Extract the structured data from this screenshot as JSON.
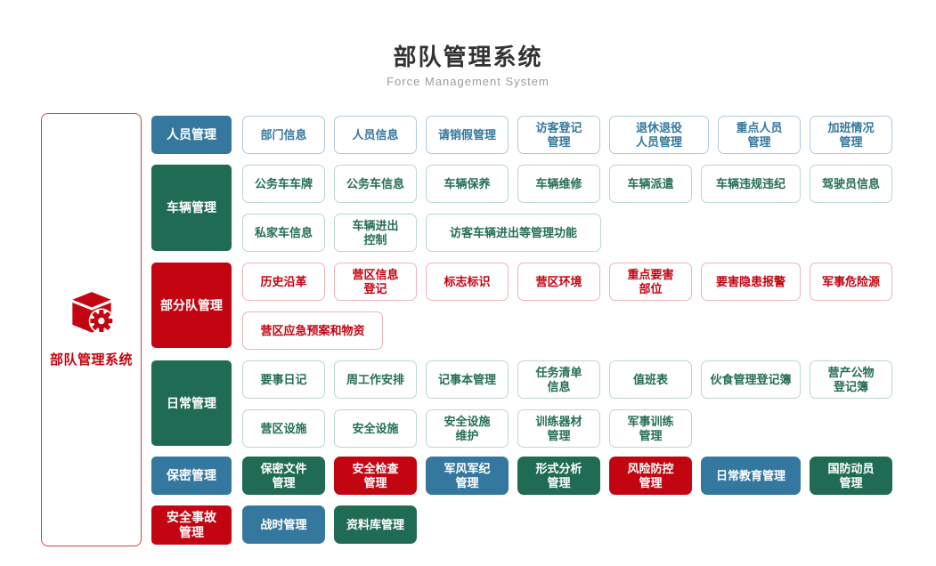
{
  "title": "部队管理系统",
  "subtitle": "Force Management System",
  "root": {
    "label": "部队管理系统",
    "icon": "cube-gear-icon"
  },
  "colors": {
    "blue": "#35789f",
    "green": "#1f6b53",
    "red": "#c30511"
  },
  "rows": [
    {
      "category": {
        "label": "人员管理",
        "color": "blue"
      },
      "item_style": "outline",
      "item_color": "blue",
      "lines": [
        [
          {
            "label": "部门信息"
          },
          {
            "label": "人员信息"
          },
          {
            "label": "请销假管理"
          },
          {
            "label": "访客登记\n管理"
          },
          {
            "label": "退休退役\n人员管理",
            "size": "lg"
          },
          {
            "label": "重点人员\n管理"
          },
          {
            "label": "加班情况\n管理"
          }
        ]
      ]
    },
    {
      "category": {
        "label": "车辆管理",
        "color": "green"
      },
      "item_style": "outline",
      "item_color": "green",
      "lines": [
        [
          {
            "label": "公务车车牌"
          },
          {
            "label": "公务车信息"
          },
          {
            "label": "车辆保养"
          },
          {
            "label": "车辆维修"
          },
          {
            "label": "车辆派遣"
          },
          {
            "label": "车辆违规违纪",
            "size": "lg"
          },
          {
            "label": "驾驶员信息"
          }
        ],
        [
          {
            "label": "私家车信息"
          },
          {
            "label": "车辆进出\n控制"
          },
          {
            "label": "访客车辆进出等管理功能",
            "size": "xxl"
          }
        ]
      ]
    },
    {
      "category": {
        "label": "部分队管理",
        "color": "red"
      },
      "item_style": "outline",
      "item_color": "red",
      "lines": [
        [
          {
            "label": "历史沿革"
          },
          {
            "label": "营区信息\n登记"
          },
          {
            "label": "标志标识"
          },
          {
            "label": "营区环境"
          },
          {
            "label": "重点要害\n部位"
          },
          {
            "label": "要害隐患报警",
            "size": "lg"
          },
          {
            "label": "军事危险源"
          }
        ],
        [
          {
            "label": "营区应急预案和物资",
            "size": "xl"
          }
        ]
      ]
    },
    {
      "category": {
        "label": "日常管理",
        "color": "green"
      },
      "item_style": "outline",
      "item_color": "green",
      "lines": [
        [
          {
            "label": "要事日记"
          },
          {
            "label": "周工作安排"
          },
          {
            "label": "记事本管理"
          },
          {
            "label": "任务清单\n信息"
          },
          {
            "label": "值班表"
          },
          {
            "label": "伙食管理登记簿",
            "size": "lg"
          },
          {
            "label": "营产公物\n登记簿"
          }
        ],
        [
          {
            "label": "营区设施"
          },
          {
            "label": "安全设施"
          },
          {
            "label": "安全设施\n维护"
          },
          {
            "label": "训练器材\n管理"
          },
          {
            "label": "军事训练\n管理"
          }
        ]
      ]
    },
    {
      "category": {
        "label": "保密管理",
        "color": "blue"
      },
      "item_style": "solid",
      "lines": [
        [
          {
            "label": "保密文件\n管理",
            "color": "green"
          },
          {
            "label": "安全检查\n管理",
            "color": "red"
          },
          {
            "label": "军风军纪\n管理",
            "color": "blue"
          },
          {
            "label": "形式分析\n管理",
            "color": "green"
          },
          {
            "label": "风险防控\n管理",
            "color": "red"
          },
          {
            "label": "日常教育管理",
            "color": "blue",
            "size": "lg"
          },
          {
            "label": "国防动员\n管理",
            "color": "green"
          }
        ]
      ]
    },
    {
      "category": {
        "label": "安全事故\n管理",
        "color": "red"
      },
      "item_style": "solid",
      "lines": [
        [
          {
            "label": "战时管理",
            "color": "blue"
          },
          {
            "label": "资料库管理",
            "color": "green"
          }
        ]
      ]
    }
  ]
}
